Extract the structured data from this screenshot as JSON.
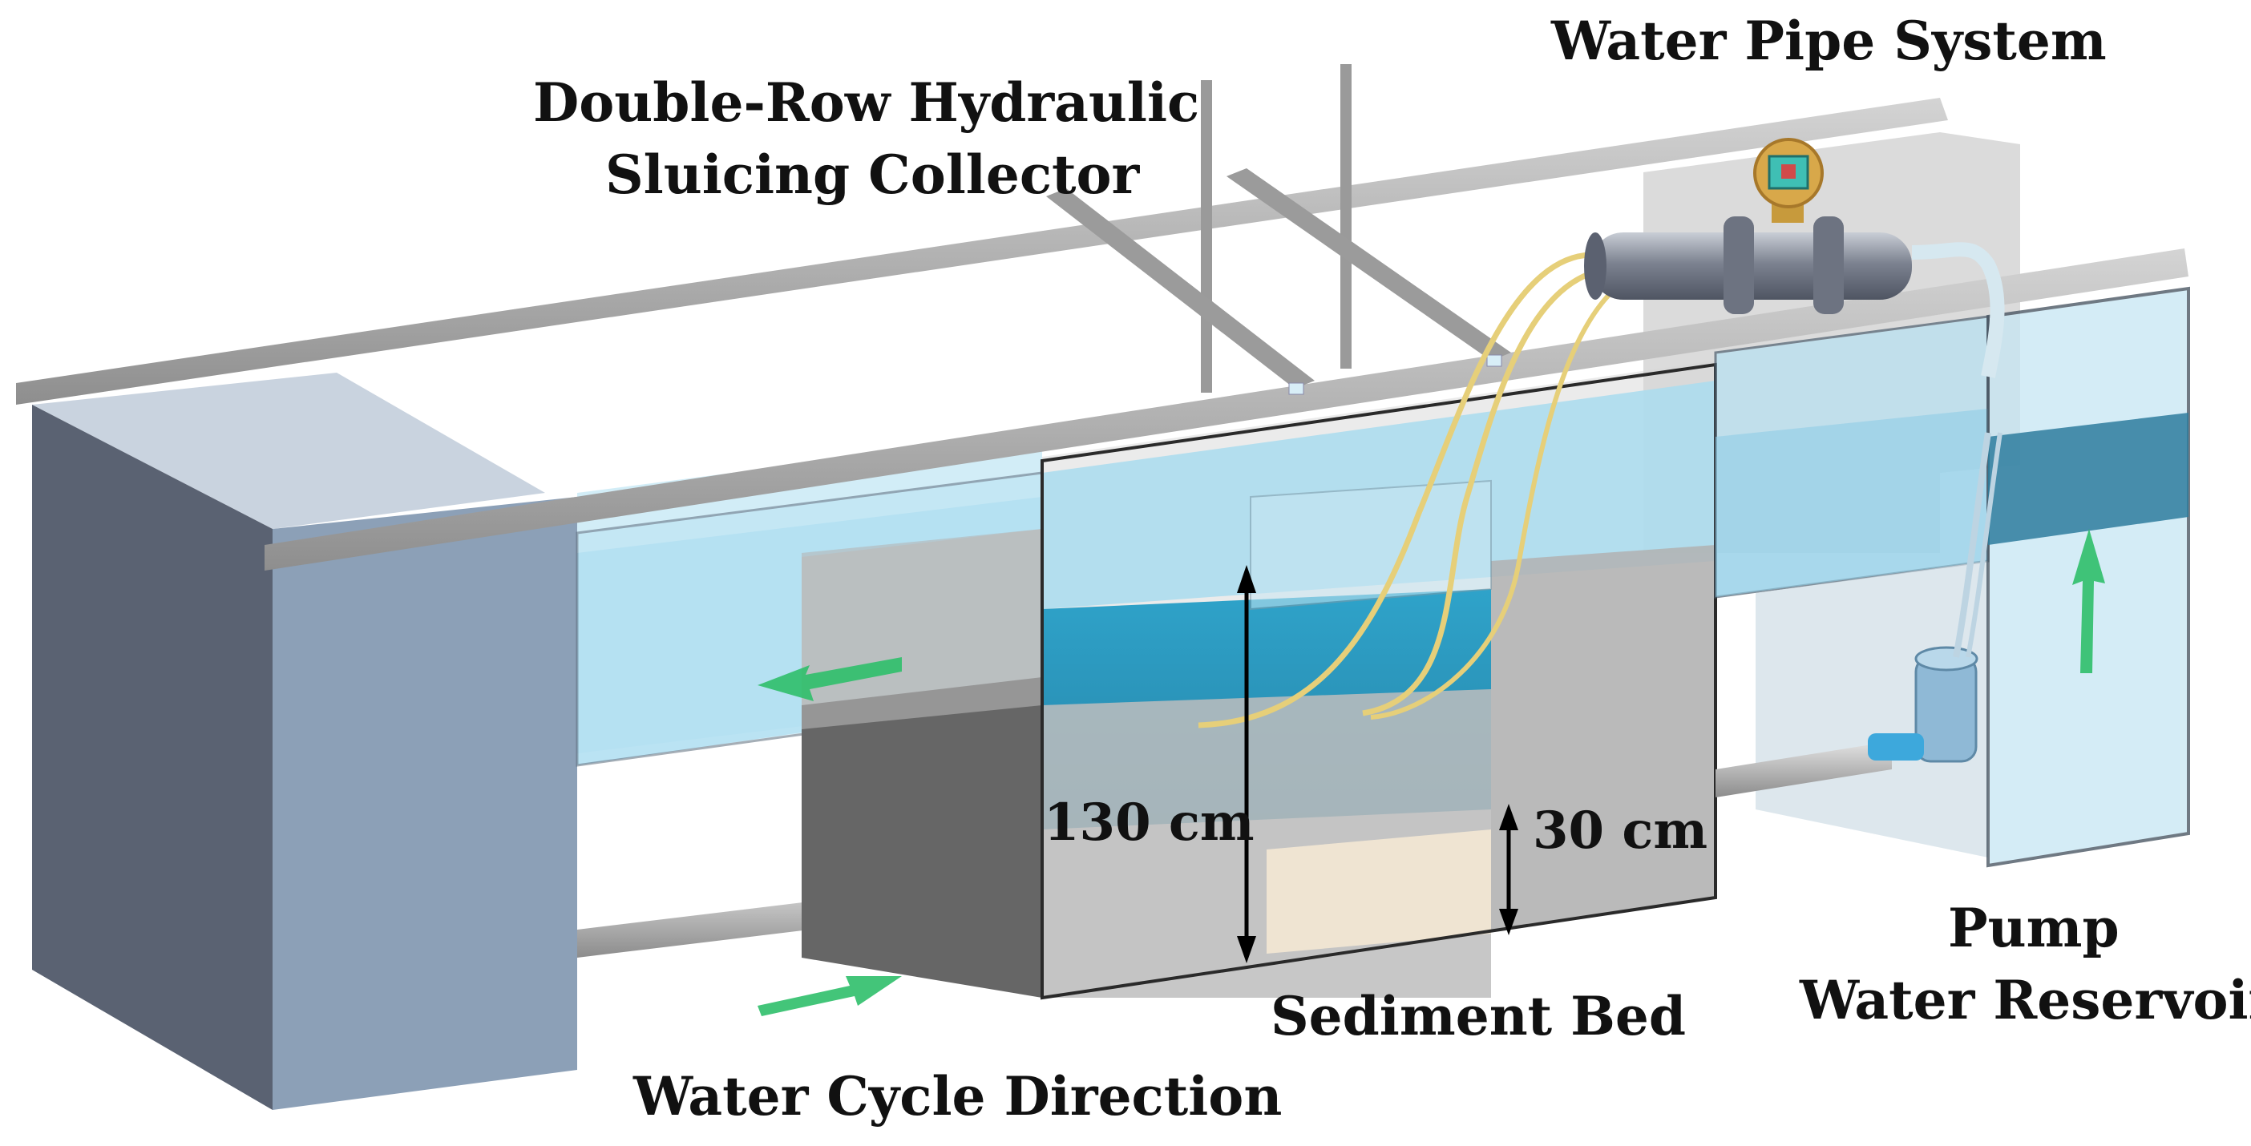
{
  "labels": {
    "water_pipe_system": "Water Pipe System",
    "collector_line1": "Double-Row Hydraulic",
    "collector_line2": "Sluicing Collector",
    "height_130": "130 cm",
    "height_30": "30 cm",
    "sediment_bed": "Sediment Bed",
    "pump": "Pump",
    "water_reservoir": "Water Reservoir",
    "water_cycle_direction": "Water Cycle Direction"
  },
  "colors": {
    "frame": "#a9a9a9",
    "water_light": "#9fd8ee",
    "water_deep": "#1f8fb6",
    "tank_side": "#5c6475",
    "tank_front": "#8a9db4",
    "box_dark": "#6b6b6b",
    "box_light": "#bdbdbd",
    "sediment": "#eee2cf",
    "arrow": "#2fbf6a",
    "tube": "#e8d27a"
  }
}
